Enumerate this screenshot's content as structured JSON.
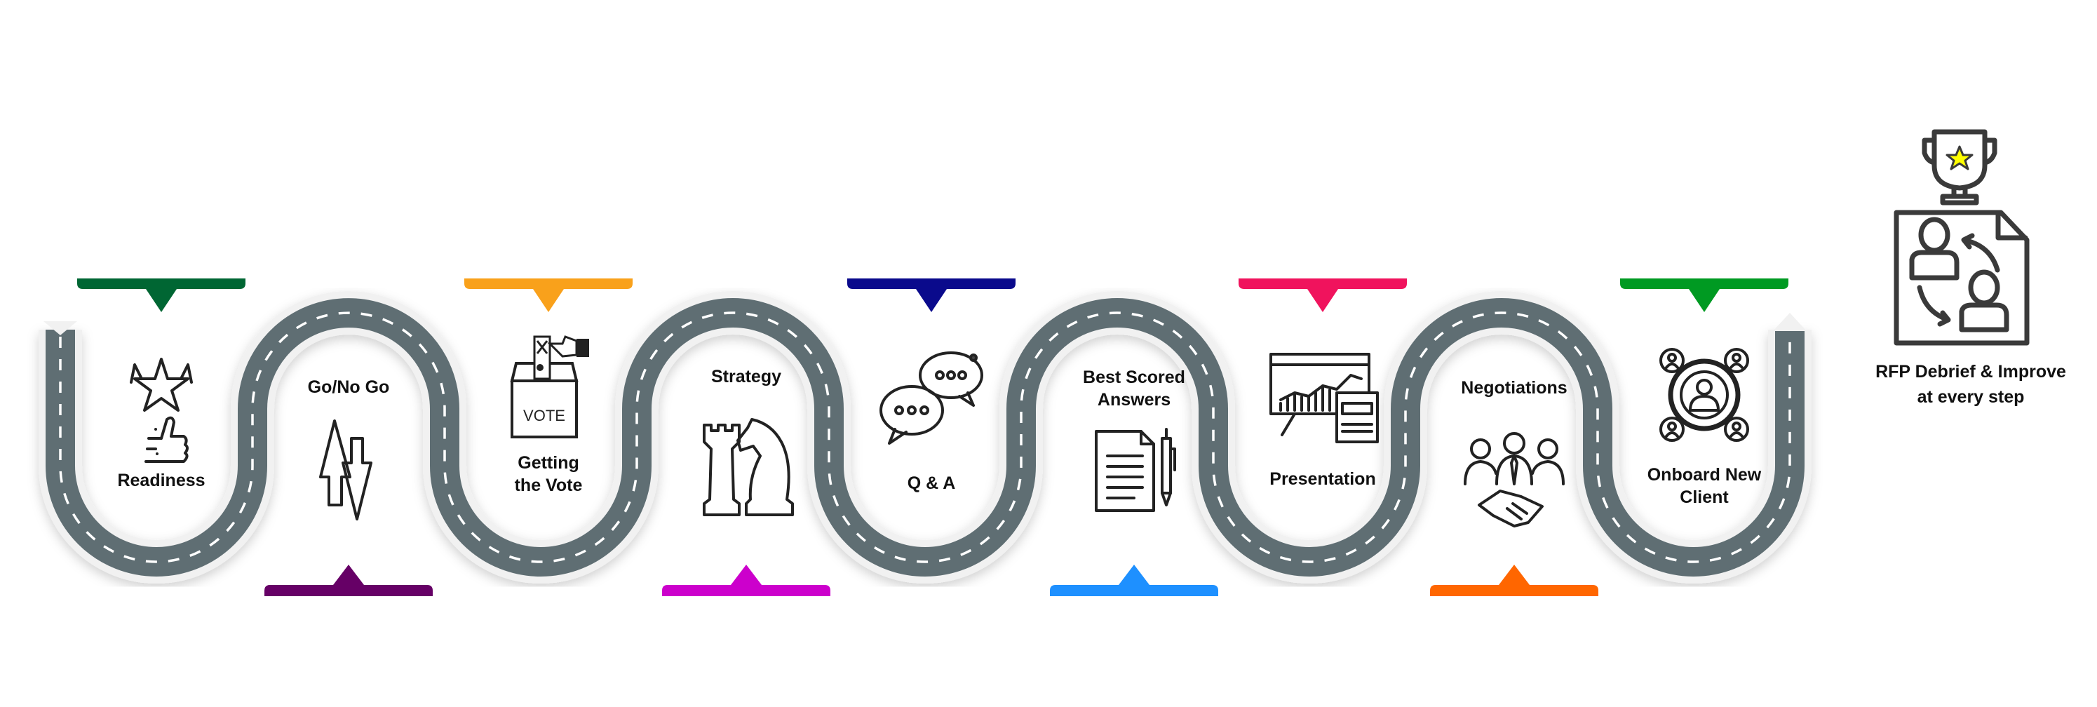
{
  "steps": [
    {
      "label_lines": [
        "Readiness"
      ],
      "marker_color": "#006633",
      "marker_position": "top",
      "icon": "stars-thumbs-up-icon"
    },
    {
      "label_lines": [
        "Go/No Go"
      ],
      "marker_color": "#660066",
      "marker_position": "bottom",
      "icon": "up-down-arrows-icon"
    },
    {
      "label_lines": [
        "Getting",
        "the Vote"
      ],
      "marker_color": "#f9a11b",
      "marker_position": "top",
      "icon": "ballot-box-icon",
      "icon_text": "VOTE"
    },
    {
      "label_lines": [
        "Strategy"
      ],
      "marker_color": "#cc00cc",
      "marker_position": "bottom",
      "icon": "chess-pieces-icon"
    },
    {
      "label_lines": [
        "Q & A"
      ],
      "marker_color": "#0a0a8c",
      "marker_position": "top",
      "icon": "chat-bubbles-icon"
    },
    {
      "label_lines": [
        "Best Scored",
        "Answers"
      ],
      "marker_color": "#1e90ff",
      "marker_position": "bottom",
      "icon": "document-pen-icon"
    },
    {
      "label_lines": [
        "Presentation"
      ],
      "marker_color": "#f0135d",
      "marker_position": "top",
      "icon": "presentation-board-icon"
    },
    {
      "label_lines": [
        "Negotiations"
      ],
      "marker_color": "#ff6600",
      "marker_position": "bottom",
      "icon": "handshake-team-icon"
    },
    {
      "label_lines": [
        "Onboard New",
        "Client"
      ],
      "marker_color": "#009a22",
      "marker_position": "top",
      "icon": "client-network-icon"
    }
  ],
  "final": {
    "label_lines": [
      "RFP Debrief & Improve",
      "at every step"
    ],
    "icon": "trophy-icon",
    "star_color": "#ffff00"
  },
  "road_color": "#5f6e73"
}
